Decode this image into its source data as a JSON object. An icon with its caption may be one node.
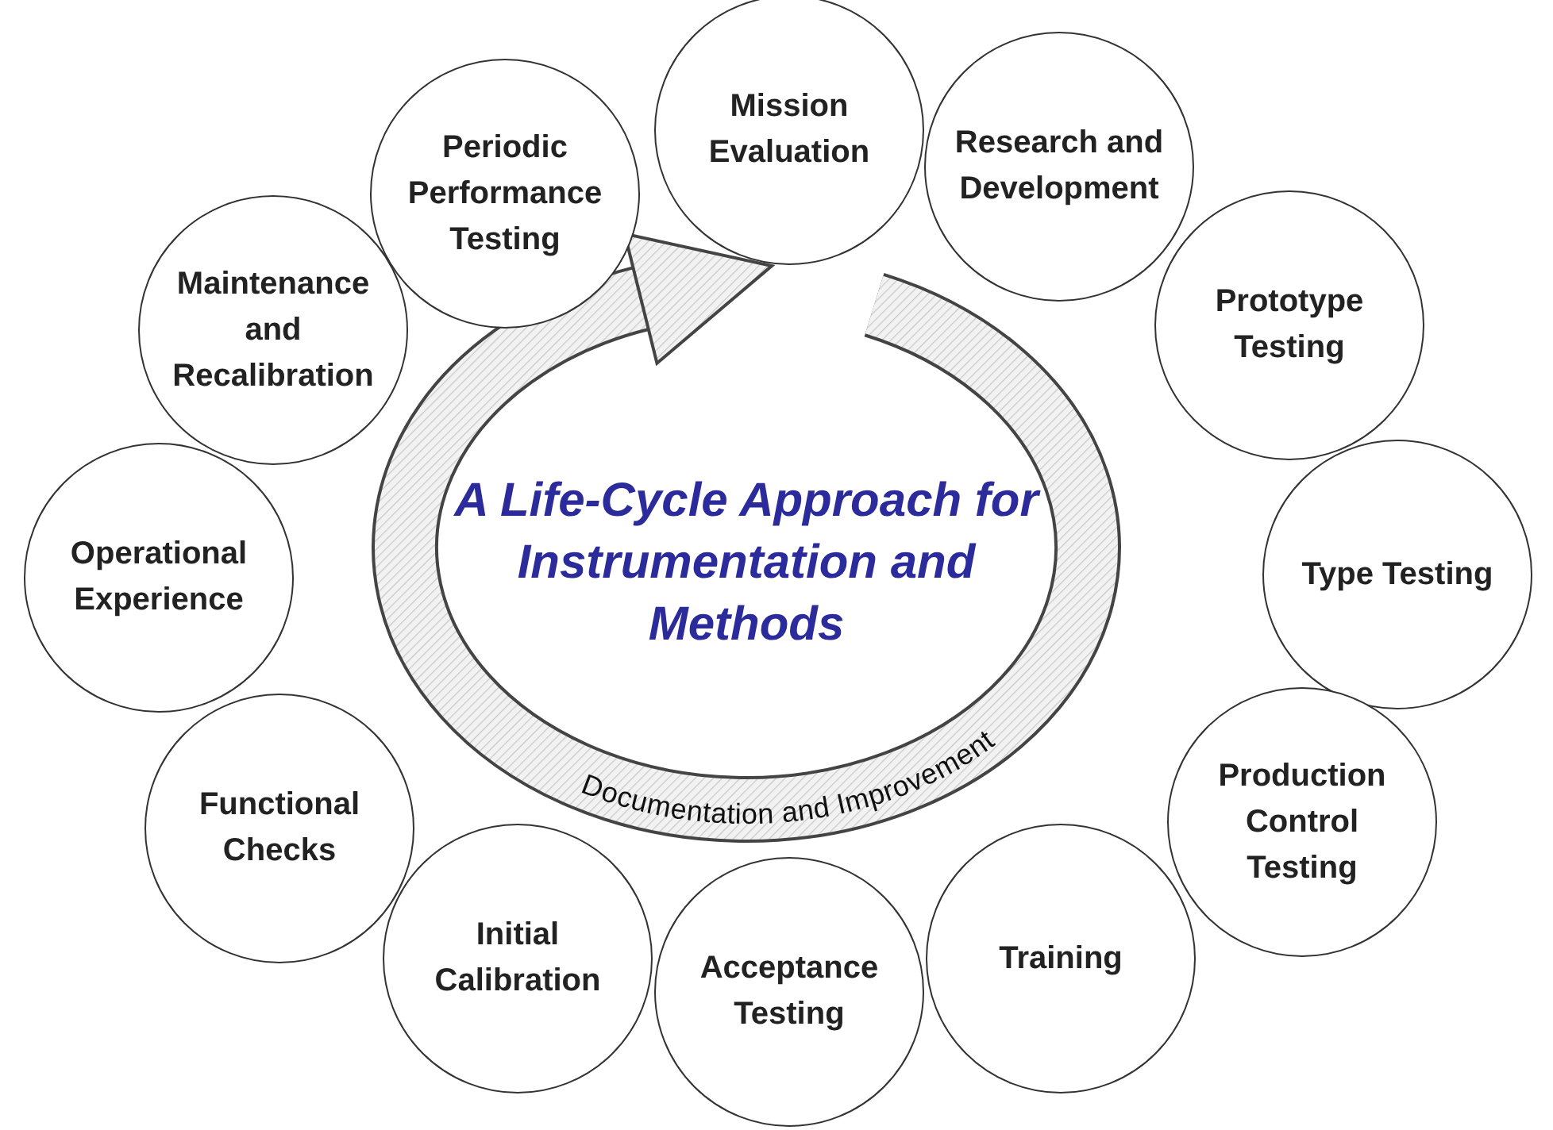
{
  "diagram": {
    "title": "A Life-Cycle Approach for Instrumentation and Methods",
    "nodes": [
      {
        "text": [
          "Mission Evaluation"
        ]
      },
      {
        "text": [
          "Research and Development"
        ]
      },
      {
        "text": [
          "Prototype Testing"
        ]
      },
      {
        "text": [
          "Type Testing"
        ]
      },
      {
        "text": [
          "Production Control Testing"
        ]
      },
      {
        "text": [
          "Training"
        ]
      },
      {
        "text": [
          "Acceptance Testing"
        ]
      },
      {
        "text": [
          "Initial Calibration"
        ]
      },
      {
        "text": [
          "Functional Checks"
        ]
      },
      {
        "text": [
          "Operational Experience"
        ]
      },
      {
        "text": [
          "Maintenance and Recalibration"
        ]
      },
      {
        "text": [
          "Periodic Performance Testing"
        ]
      }
    ],
    "labels": [
      "Documentation and Improvement"
    ]
  }
}
